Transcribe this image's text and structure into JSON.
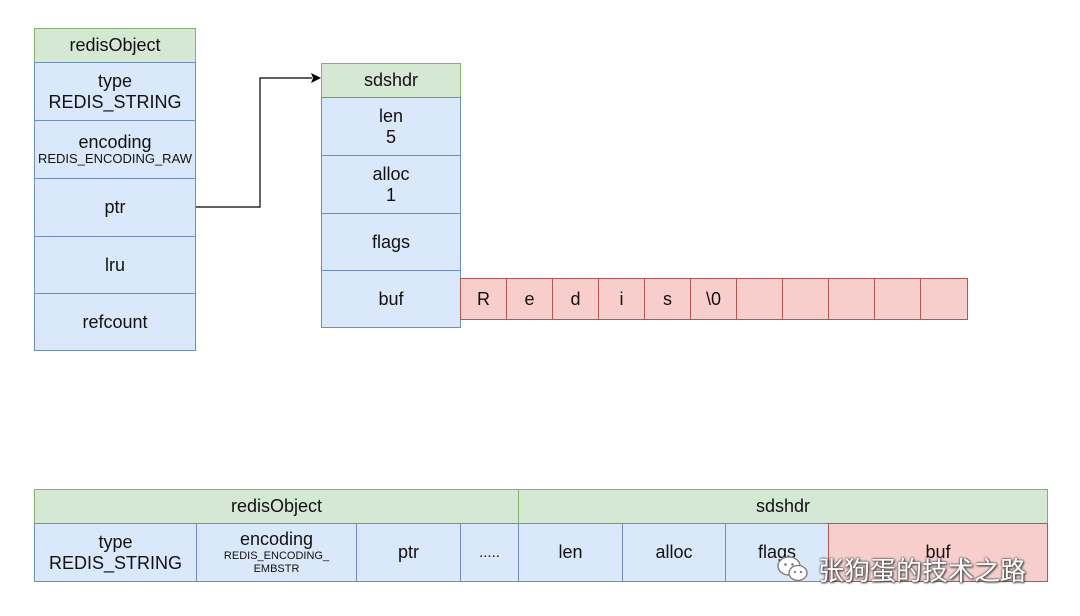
{
  "top_redis_object": {
    "header": "redisObject",
    "type_label": "type",
    "type_value": "REDIS_STRING",
    "encoding_label": "encoding",
    "encoding_value": "REDIS_ENCODING_RAW",
    "ptr": "ptr",
    "lru": "lru",
    "refcount": "refcount"
  },
  "top_sdshdr": {
    "header": "sdshdr",
    "len_label": "len",
    "len_value": "5",
    "alloc_label": "alloc",
    "alloc_value": "1",
    "flags": "flags",
    "buf": "buf"
  },
  "buf_cells": [
    "R",
    "e",
    "d",
    "i",
    "s",
    "\\0",
    "",
    "",
    "",
    "",
    ""
  ],
  "bottom": {
    "redis_object_header": "redisObject",
    "sdshdr_header": "sdshdr",
    "type_label": "type",
    "type_value": "REDIS_STRING",
    "encoding_label": "encoding",
    "encoding_value_line1": "REDIS_ENCODING_",
    "encoding_value_line2": "EMBSTR",
    "ptr": "ptr",
    "ellipsis": ".....",
    "len": "len",
    "alloc": "alloc",
    "flags": "flags",
    "buf": "buf"
  },
  "watermark": {
    "text": "张狗蛋的技术之路",
    "icon": "wechat-icon"
  },
  "colors": {
    "header_fill": "#d5e8d4",
    "header_stroke": "#82b366",
    "field_fill": "#dae8fc",
    "field_stroke": "#6c8ebf",
    "buf_fill": "#f8cecc",
    "buf_stroke": "#b85450"
  }
}
